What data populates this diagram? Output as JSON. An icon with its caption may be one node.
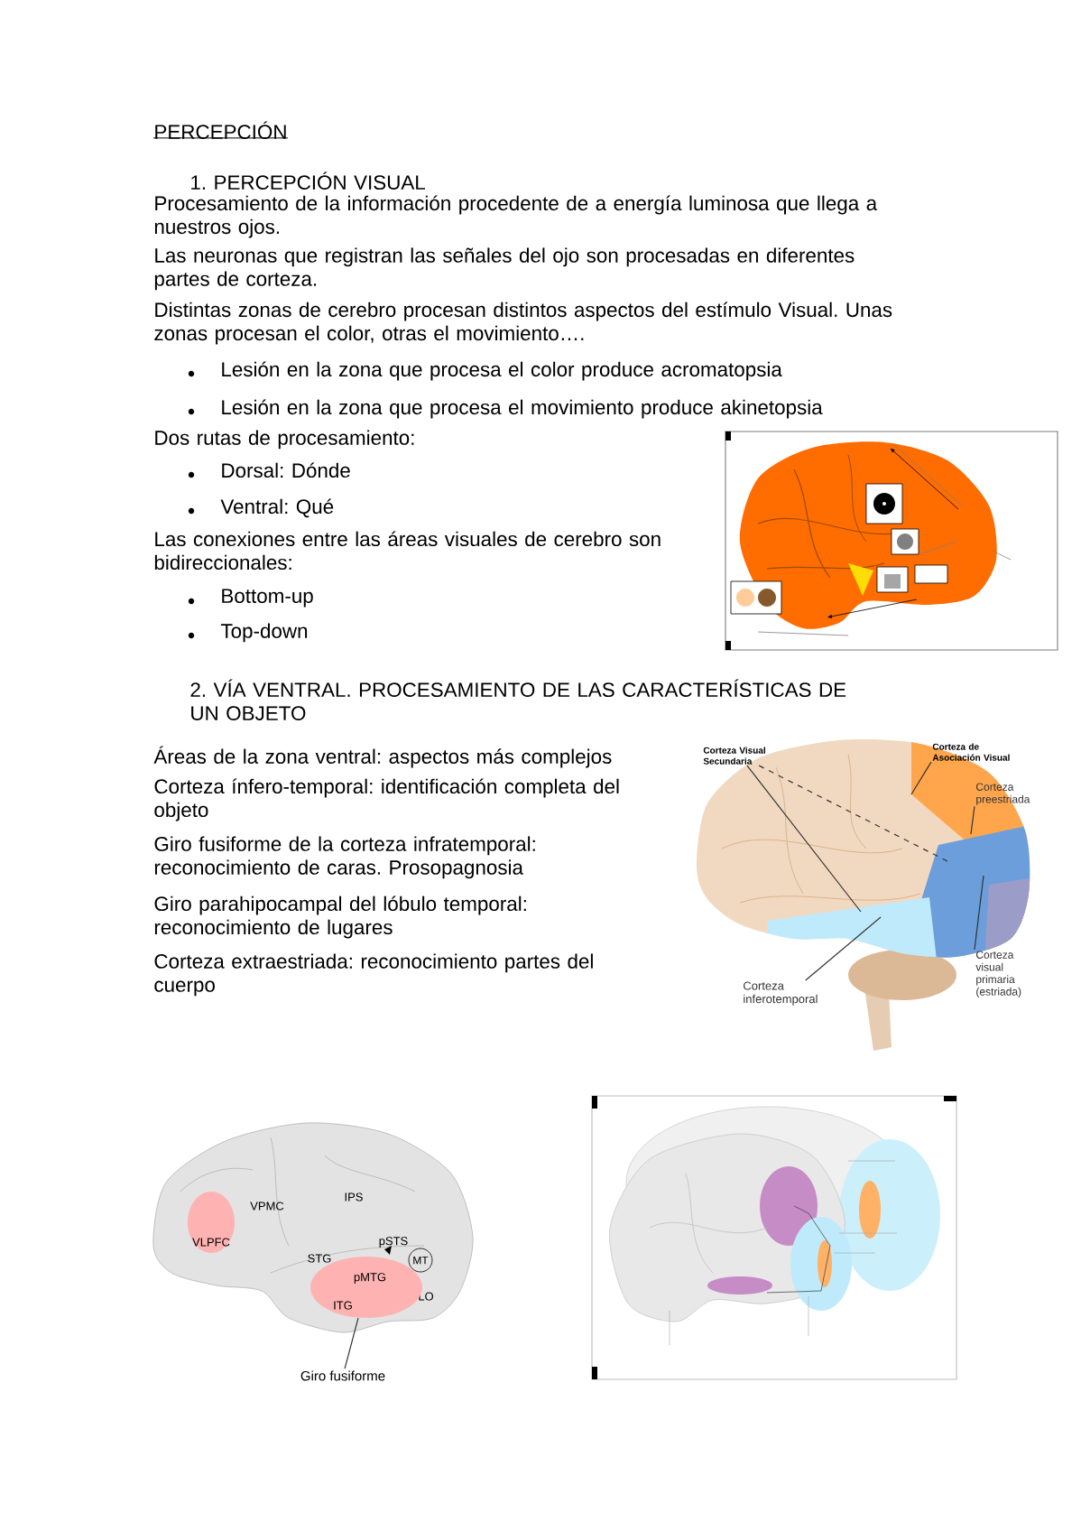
{
  "diagram": {
    "title": "PERCEPCIÓN",
    "nodes": [
      {
        "text": [
          "Corteza Visual Secundaria"
        ]
      },
      {
        "text": [
          "Corteza de Asociación Visual"
        ]
      },
      {
        "text": [
          "Corteza preestriada"
        ]
      },
      {
        "text": [
          "Corteza visual primaria (estriada)"
        ]
      },
      {
        "text": [
          "Corteza inferotemporal"
        ]
      },
      {
        "text": [
          "MT"
        ]
      },
      {
        "text": [
          "VLPFC"
        ]
      },
      {
        "text": [
          "pMTG",
          "ITG"
        ]
      },
      {
        "text": [
          "Giro fusiforme"
        ]
      }
    ],
    "edges": [
      {
        "from": 0,
        "to": null,
        "arrow": "none",
        "style": "dashed"
      },
      {
        "from": 0,
        "to": null,
        "arrow": "none"
      },
      {
        "from": 1,
        "to": null,
        "arrow": "none"
      },
      {
        "from": 2,
        "to": null,
        "arrow": "none"
      },
      {
        "from": 3,
        "to": null,
        "arrow": "none"
      },
      {
        "from": 4,
        "to": null,
        "arrow": "none"
      },
      {
        "from": 8,
        "to": 7,
        "arrow": "none"
      }
    ],
    "labels": [
      "1. PERCEPCIÓN VISUAL",
      "Procesamiento de la información procedente de a energía luminosa que llega a nuestros ojos.",
      "Las neuronas que registran las señales del ojo son procesadas en diferentes partes de corteza.",
      "Distintas zonas de cerebro procesan distintos aspectos del estímulo Visual. Unas zonas procesan el color, otras el movimiento….",
      "Lesión en la zona que procesa el color produce acromatopsia",
      "Lesión en la zona que procesa el movimiento produce akinetopsia",
      "Dos rutas de procesamiento:",
      "Dorsal: Dónde",
      "Ventral: Qué",
      "Las conexiones entre las áreas visuales de cerebro son bidireccionales:",
      "Bottom-up",
      "Top-down",
      "2. VÍA VENTRAL. PROCESAMIENTO DE LAS CARACTERÍSTICAS DE UN OBJETO",
      "Áreas de la zona ventral: aspectos más complejos",
      "Corteza ínfero-temporal: identificación completa del objeto",
      "Giro fusiforme de la corteza infratemporal: reconocimiento de caras. Prosopagnosia",
      "Giro parahipocampal del lóbulo temporal: reconocimiento de lugares",
      "Corteza extraestriada: reconocimiento partes del cuerpo",
      "VPMC",
      "IPS",
      "STG",
      "pSTS",
      "LO"
    ]
  }
}
